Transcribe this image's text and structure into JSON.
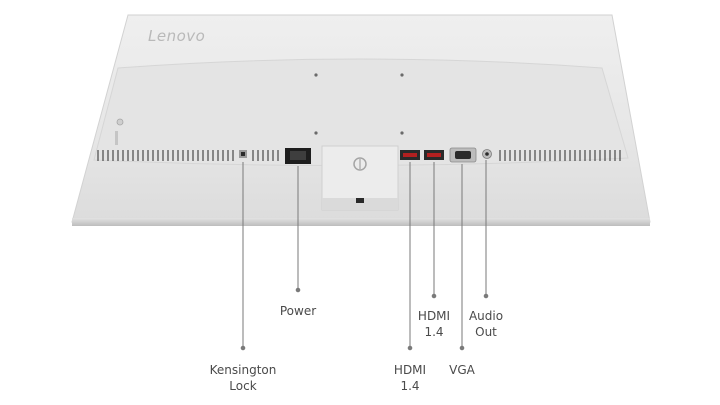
{
  "brand": {
    "logo_text": "Lenovo"
  },
  "ports": {
    "kensington": {
      "line1": "Kensington",
      "line2": "Lock"
    },
    "power": {
      "line1": "Power"
    },
    "hdmi_bottom": {
      "line1": "HDMI",
      "line2": "1.4"
    },
    "hdmi_top": {
      "line1": "HDMI",
      "line2": "1.4"
    },
    "vga": {
      "line1": "VGA"
    },
    "audio": {
      "line1": "Audio",
      "line2": "Out"
    }
  },
  "colors": {
    "monitor_body": "#e9e9e9",
    "monitor_edge": "#c9c9c9",
    "leader_line": "#7a7a7a",
    "label_text": "#4a4a4a",
    "port_dark": "#2a2a2a"
  }
}
